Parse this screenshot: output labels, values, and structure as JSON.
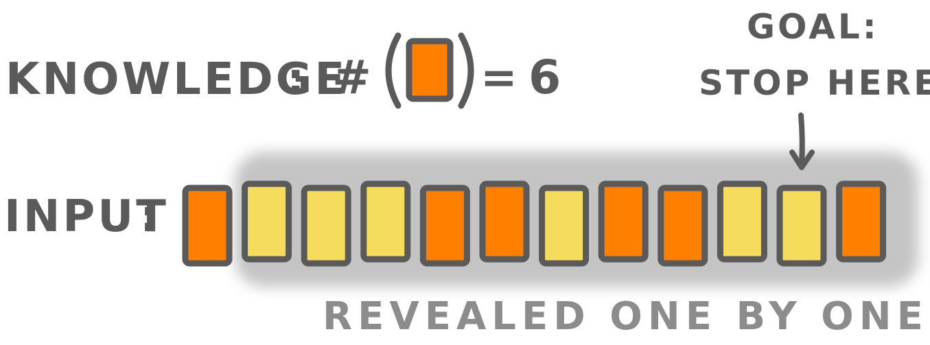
{
  "knowledge": {
    "label": "KNOWLEDGE",
    "colon": ":",
    "hash": "#",
    "equals": "=",
    "count": "6"
  },
  "input": {
    "label": "INPUT",
    "colon": ":"
  },
  "goal": {
    "line1": "GOAL:",
    "line2": "STOP HERE"
  },
  "caption": "REVEALED ONE BY ONE",
  "colors": {
    "orange": "#ff7f00",
    "yellow": "#f6dc5c",
    "outline": "#5a5a5a",
    "hidden_region": "#c4c4c4"
  },
  "sequence": [
    "orange",
    "yellow",
    "yellow",
    "yellow",
    "orange",
    "orange",
    "yellow",
    "orange",
    "orange",
    "yellow",
    "yellow",
    "orange"
  ],
  "goal_index": 10
}
